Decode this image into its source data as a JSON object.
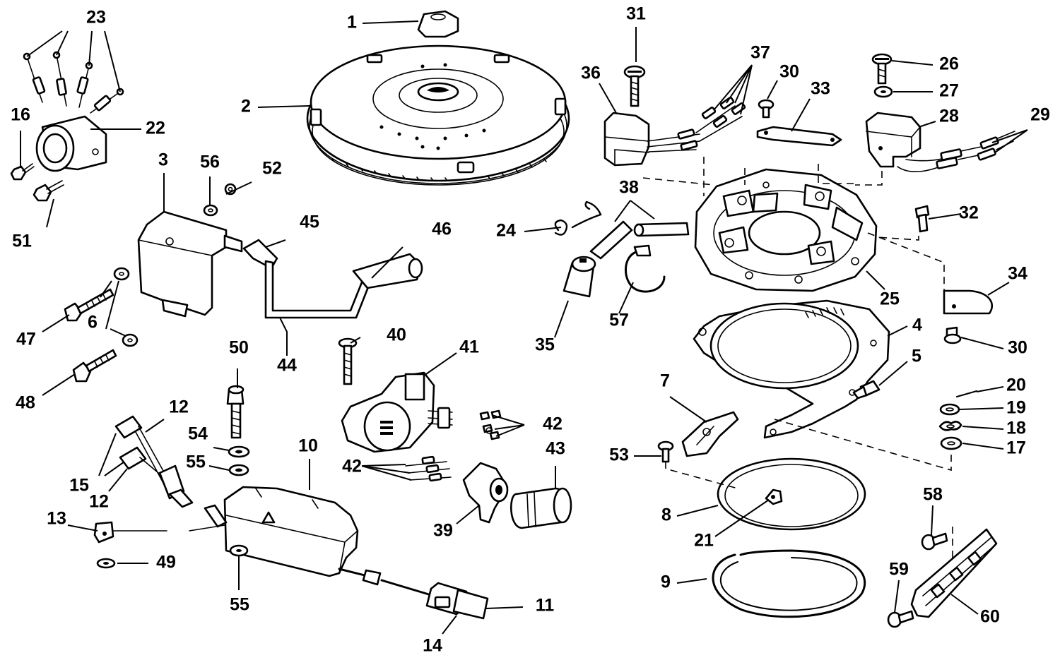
{
  "labels": [
    "1",
    "2",
    "3",
    "4",
    "5",
    "6",
    "7",
    "8",
    "9",
    "10",
    "11",
    "12",
    "12",
    "13",
    "14",
    "15",
    "16",
    "17",
    "18",
    "19",
    "20",
    "21",
    "22",
    "23",
    "24",
    "25",
    "26",
    "27",
    "28",
    "29",
    "30",
    "30",
    "31",
    "32",
    "33",
    "34",
    "35",
    "36",
    "37",
    "38",
    "39",
    "40",
    "41",
    "42",
    "42",
    "43",
    "44",
    "45",
    "46",
    "47",
    "48",
    "49",
    "50",
    "51",
    "52",
    "53",
    "54",
    "55",
    "55",
    "56",
    "57",
    "58",
    "59",
    "60"
  ]
}
